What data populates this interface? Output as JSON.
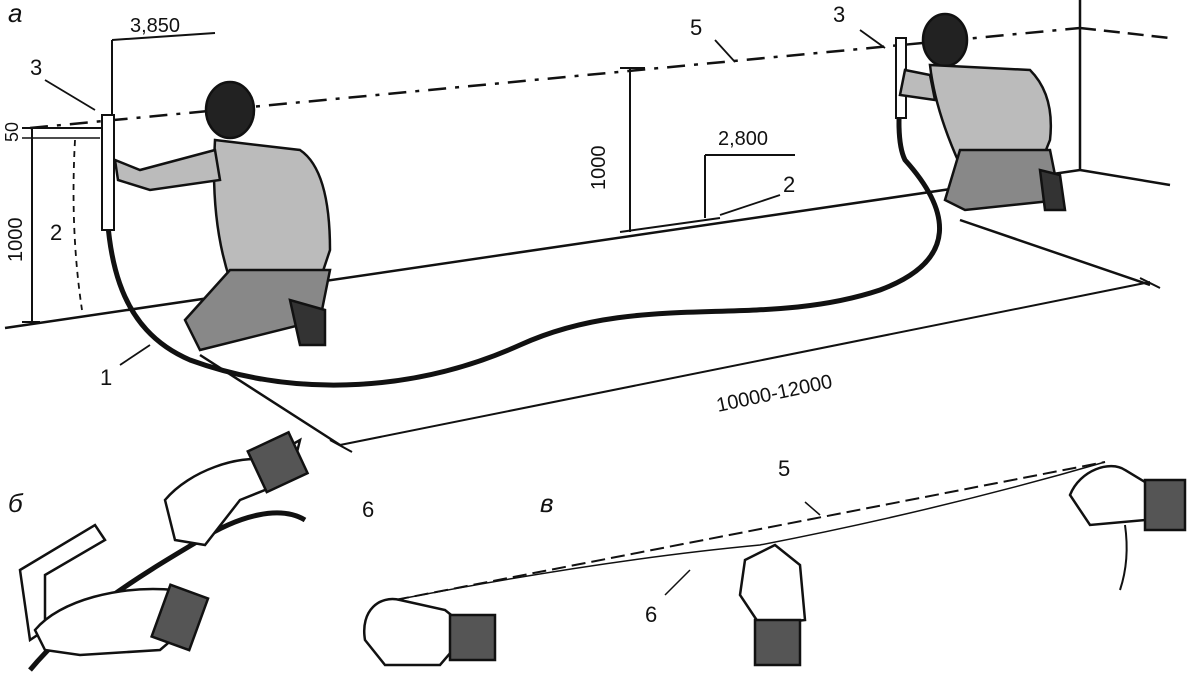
{
  "panels": {
    "a": "а",
    "b": "б",
    "v": "в"
  },
  "dimensions": {
    "mark_left": "3,850",
    "mark_mid": "2,800",
    "height_left": "1000",
    "height_mid": "1000",
    "offset_top": "50",
    "length": "10000-12000"
  },
  "callouts": {
    "left_peg": "3",
    "right_peg": "3",
    "level_line": "5",
    "left_mark": "2",
    "mid_mark": "2",
    "hose": "1",
    "hose_b": "6",
    "cord_line": "5",
    "cord_tool": "6"
  }
}
